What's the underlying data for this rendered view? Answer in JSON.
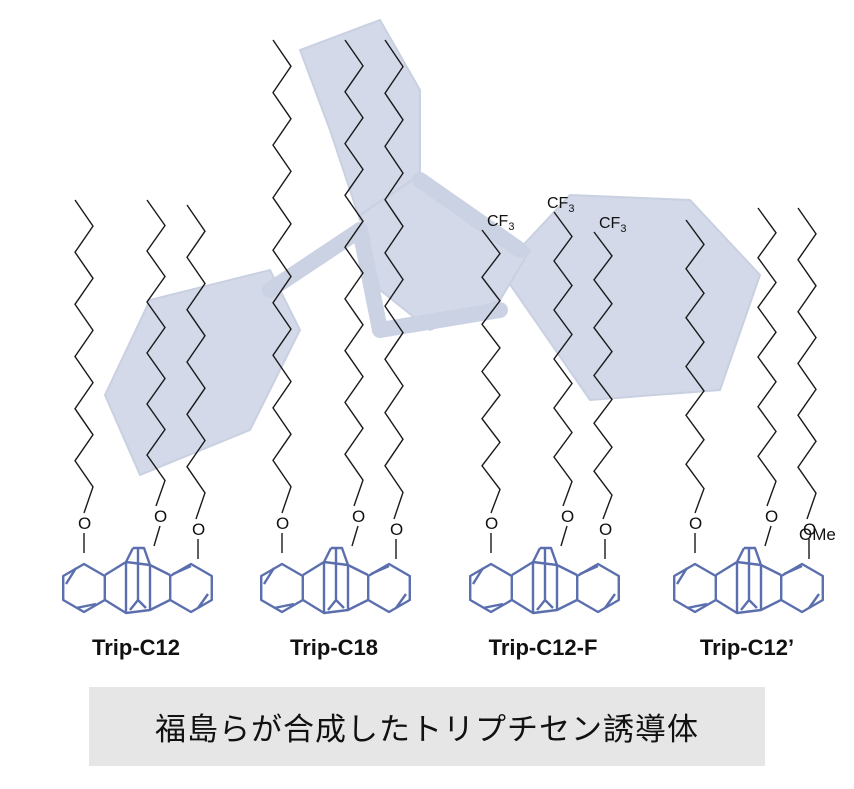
{
  "molecules": [
    {
      "label": "Trip-C12",
      "chain_type": "alkyl",
      "chain_length": 12,
      "substituent": ""
    },
    {
      "label": "Trip-C18",
      "chain_type": "alkyl",
      "chain_length": 18,
      "substituent": ""
    },
    {
      "label": "Trip-C12-F",
      "chain_type": "fluoroalkyl",
      "chain_length": 12,
      "substituent": ""
    },
    {
      "label": "Trip-C12’",
      "chain_type": "alkyl",
      "chain_length": 12,
      "substituent": "OMe"
    }
  ],
  "atoms": {
    "oxygen": "O",
    "cf3_main": "CF",
    "cf3_sub": "3"
  },
  "caption": "福島らが合成したトリプチセン誘導体",
  "colors": {
    "ring": "#5b6fae",
    "chain": "#1a1a1a",
    "background_model": "#c9d1e4",
    "caption_bg": "#e6e6e6"
  }
}
